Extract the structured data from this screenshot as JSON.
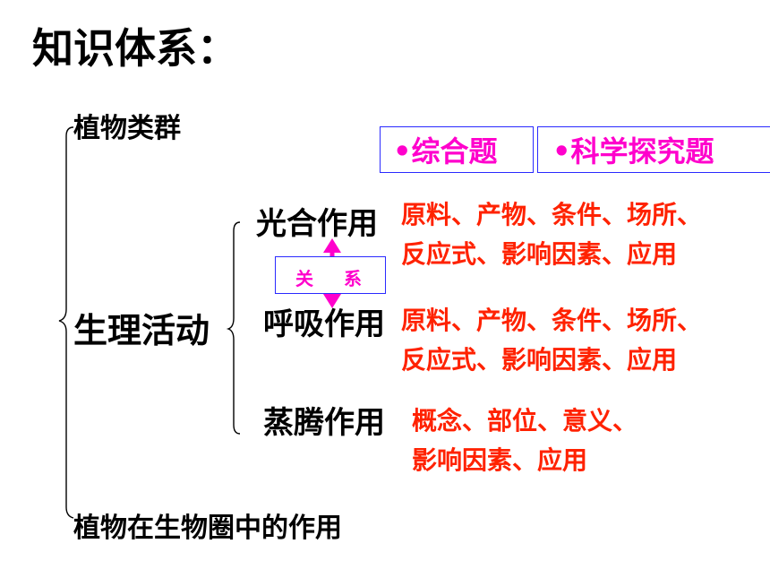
{
  "title": "知识体系：",
  "nodes": {
    "plant_groups": "植物类群",
    "physiology": "生理活动",
    "plant_role": "植物在生物圈中的作用",
    "photosynthesis": "光合作用",
    "respiration": "呼吸作用",
    "transpiration": "蒸腾作用"
  },
  "details": {
    "photosynthesis": [
      "原料、产物、条件、场所、",
      "反应式、影响因素、应用"
    ],
    "respiration": [
      "原料、产物、条件、场所、",
      "反应式、影响因素、应用"
    ],
    "transpiration": [
      "概念、部位、意义、",
      "影响因素、应用"
    ]
  },
  "tags": {
    "comprehensive": "•综合题",
    "inquiry": "•科学探究题"
  },
  "relation": {
    "left": "关",
    "right": "系"
  },
  "colors": {
    "detail_text": "#ff2200",
    "tag_text": "#ff00cc",
    "tag_border": "#2a2aff",
    "arrow": "#ff00cc"
  }
}
